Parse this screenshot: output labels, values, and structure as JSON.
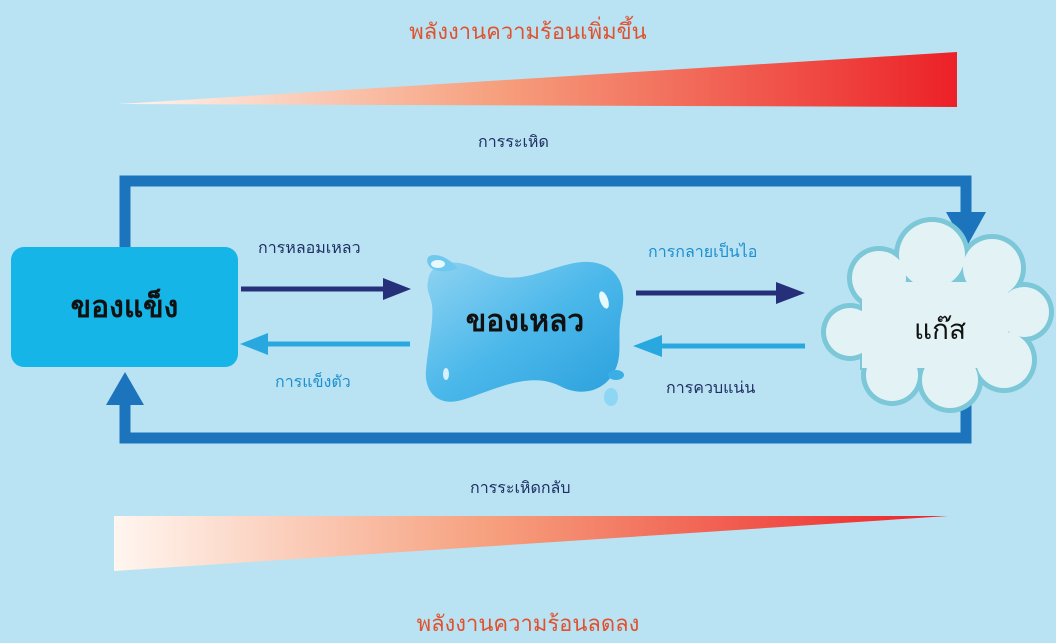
{
  "top_title": "พลังงานความร้อนเพิ่มขึ้น",
  "bottom_title": "พลังงานความร้อนลดลง",
  "states": {
    "solid": "ของแข็ง",
    "liquid": "ของเหลว",
    "gas": "แก๊ส"
  },
  "processes": {
    "sublimation": "การระเหิด",
    "deposition": "การระเหิดกลับ",
    "melting": "การหลอมเหลว",
    "freezing": "การแข็งตัว",
    "vaporization": "การกลายเป็นไอ",
    "condensation": "การควบแน่น"
  },
  "colors": {
    "background": "#b9e3f3",
    "energy_gradient_start": "#fff6f0",
    "energy_gradient_end": "#ec2127",
    "loop_arrow": "#1c75bc",
    "dark_arrow": "#26307a",
    "light_arrow": "#29a8e0",
    "solid_box": "#15b5e8",
    "cloud_outline": "#7cc7d8",
    "cloud_fill": "#e3f3f5",
    "title_text": "#e0522f"
  }
}
